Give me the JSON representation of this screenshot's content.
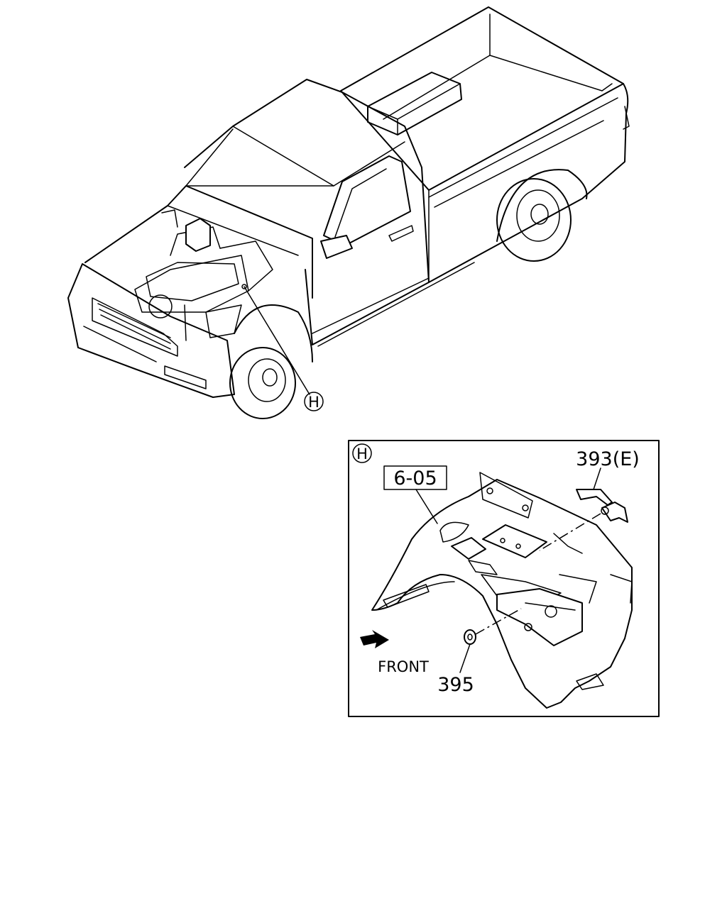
{
  "diagram": {
    "detail_marker": "H",
    "callout_marker": "H",
    "labels": {
      "section_ref": "6-05",
      "part_393": "393(E)",
      "part_395": "395",
      "front": "FRONT"
    }
  }
}
